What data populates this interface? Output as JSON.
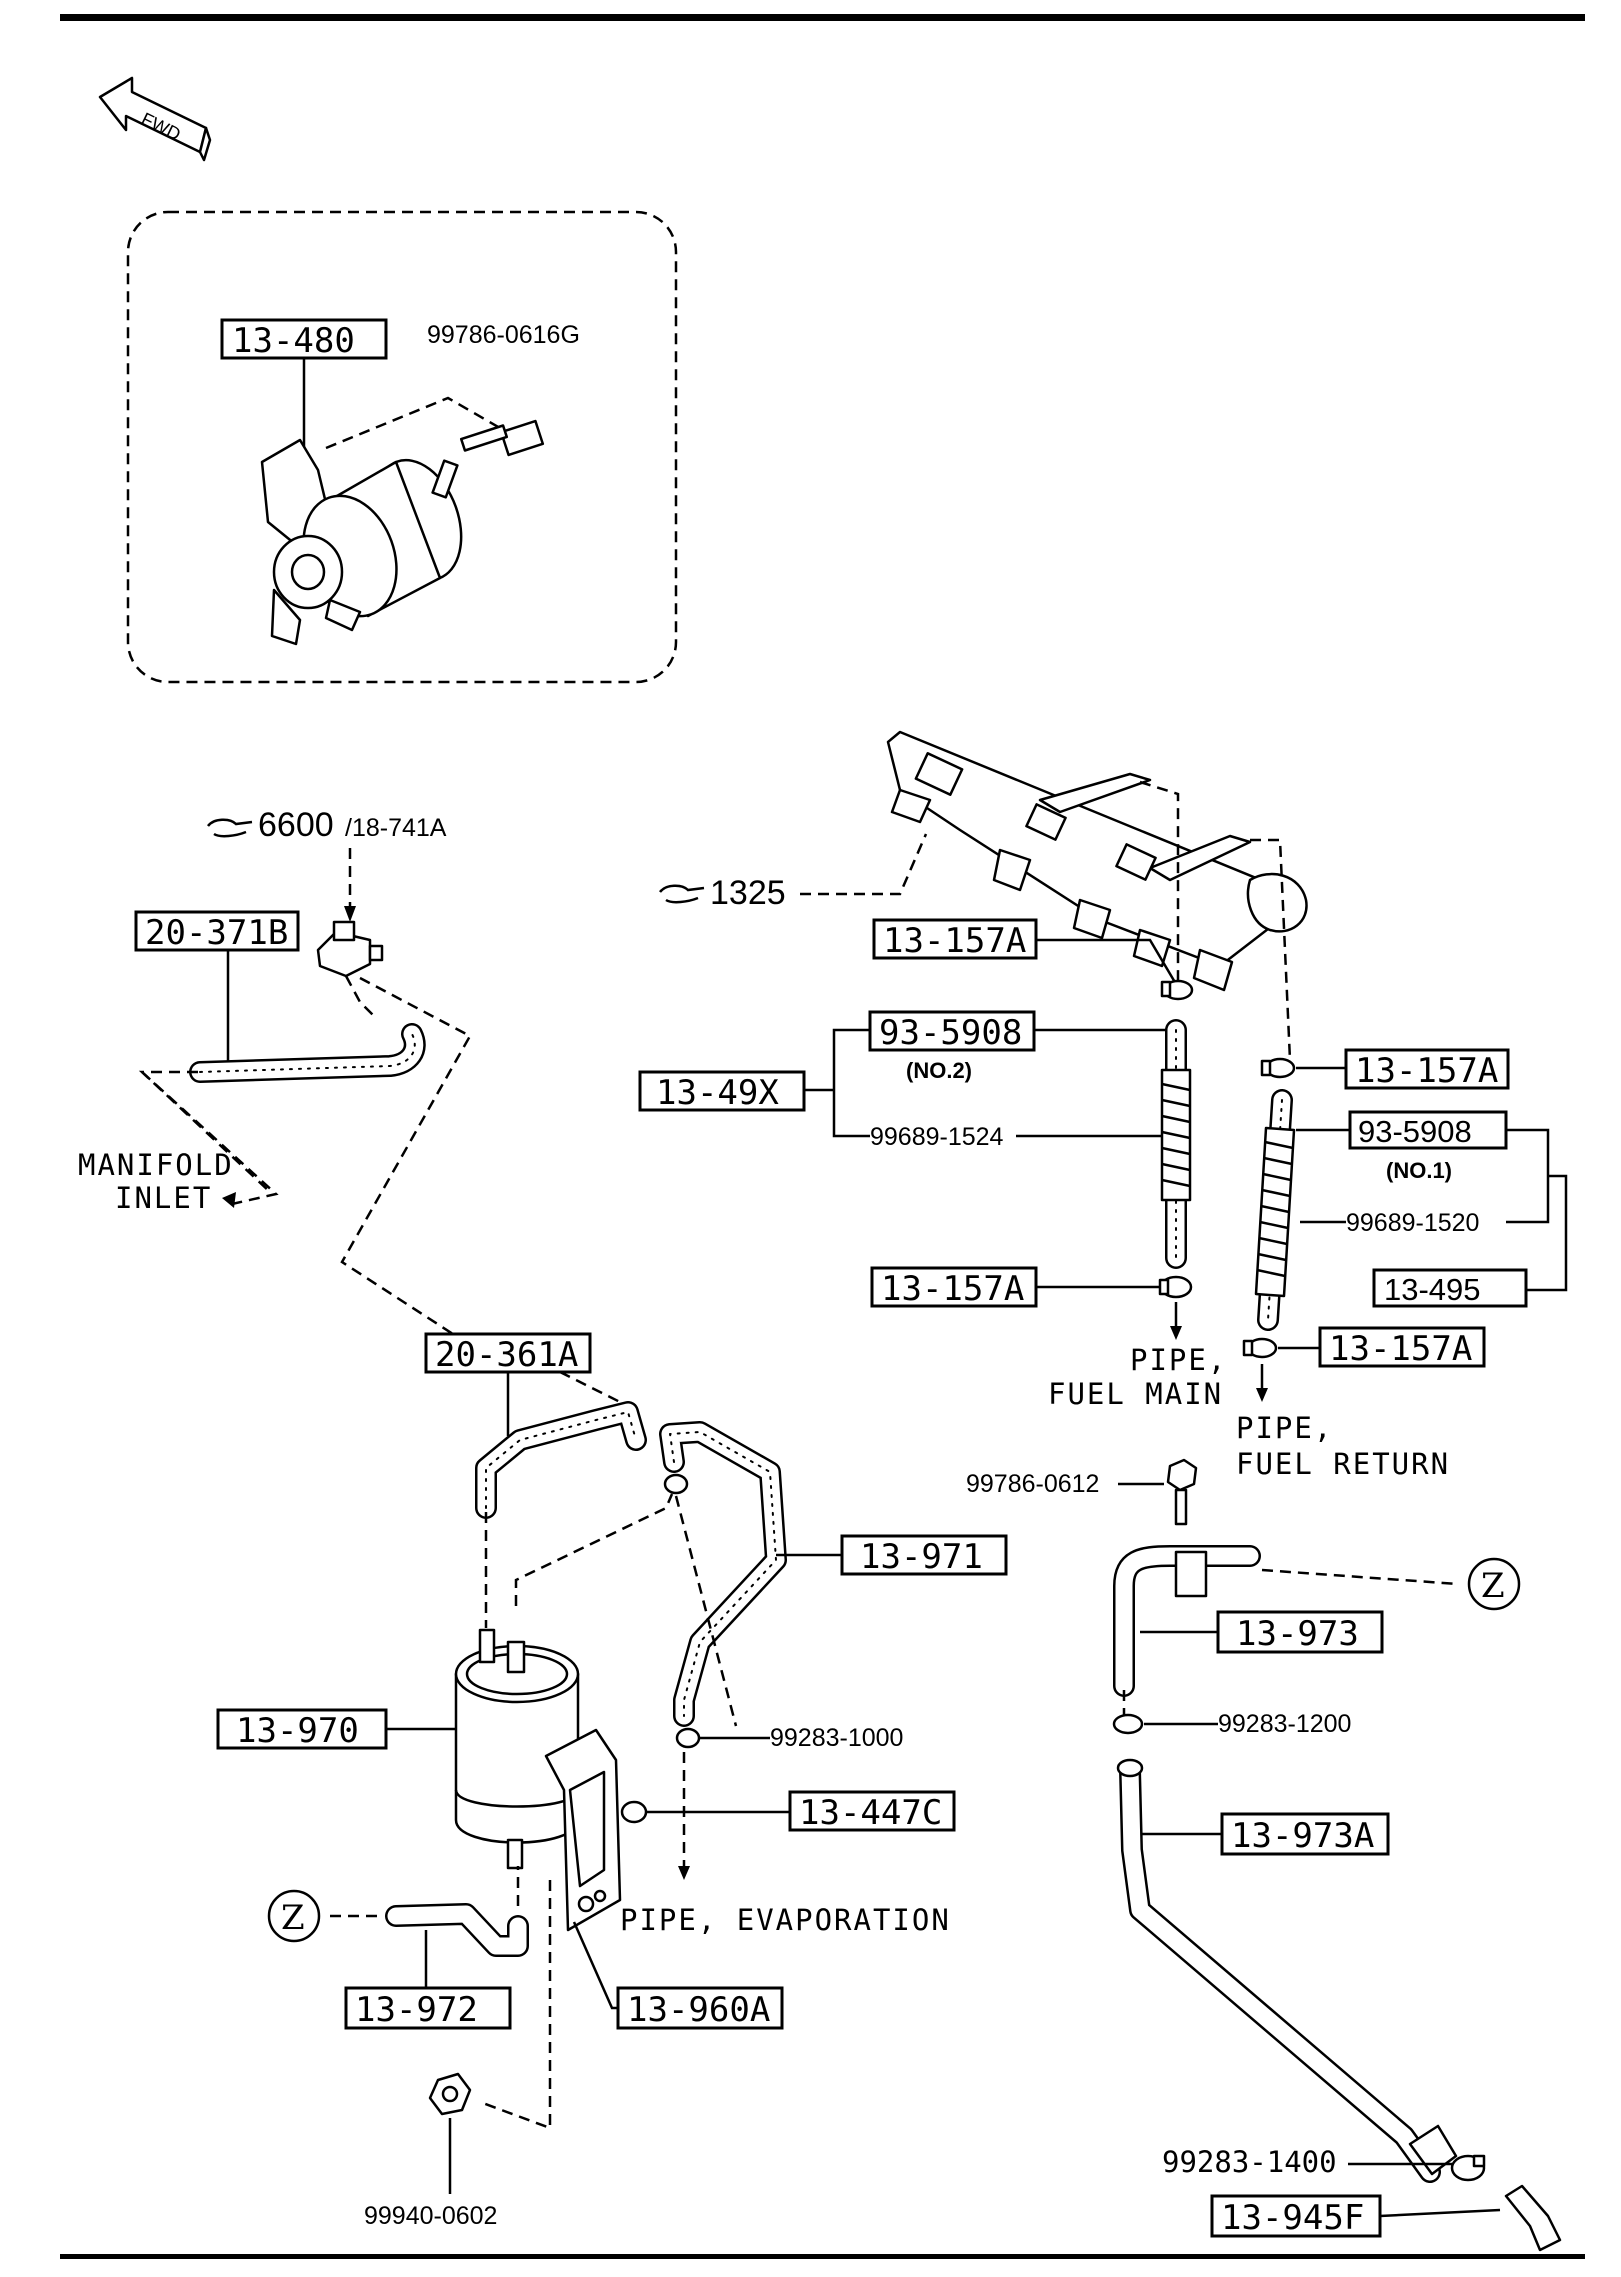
{
  "fwd_label": "FWD",
  "parts": {
    "p13_480": "13-480",
    "p20_371B": "20-371B",
    "p13_157A_1": "13-157A",
    "p93_5908_a": "93-5908",
    "p13_49X": "13-49X",
    "p13_157A_2": "13-157A",
    "p93_5908_b": "93-5908",
    "p13_495": "13-495",
    "p13_157A_3": "13-157A",
    "p13_157A_4": "13-157A",
    "p20_361A": "20-361A",
    "p13_971": "13-971",
    "p13_973": "13-973",
    "p13_970": "13-970",
    "p13_447C": "13-447C",
    "p13_973A": "13-973A",
    "p13_972": "13-972",
    "p13_960A": "13-960A",
    "p13_945F": "13-945F"
  },
  "refs": {
    "r99786_0616G": "99786-0616G",
    "r6600": "6600",
    "r18_741A": "/18-741A",
    "r1325": "1325",
    "r99689_1524": "99689-1524",
    "r99689_1520": "99689-1520",
    "r99786_0612": "99786-0612",
    "r99283_1000": "99283-1000",
    "r99283_1200": "99283-1200",
    "r99283_1400": "99283-1400",
    "r99940_0602": "99940-0602"
  },
  "subnotes": {
    "no2": "(NO.2)",
    "no1": "(NO.1)"
  },
  "notes": {
    "manifold": "MANIFOLD",
    "inlet": "INLET",
    "pipe_fuel_main_1": "PIPE,",
    "pipe_fuel_main_2": "FUEL MAIN",
    "pipe_fuel_return_1": "PIPE,",
    "pipe_fuel_return_2": "FUEL RETURN",
    "pipe_evaporation": "PIPE, EVAPORATION"
  },
  "z_marker": "Z"
}
